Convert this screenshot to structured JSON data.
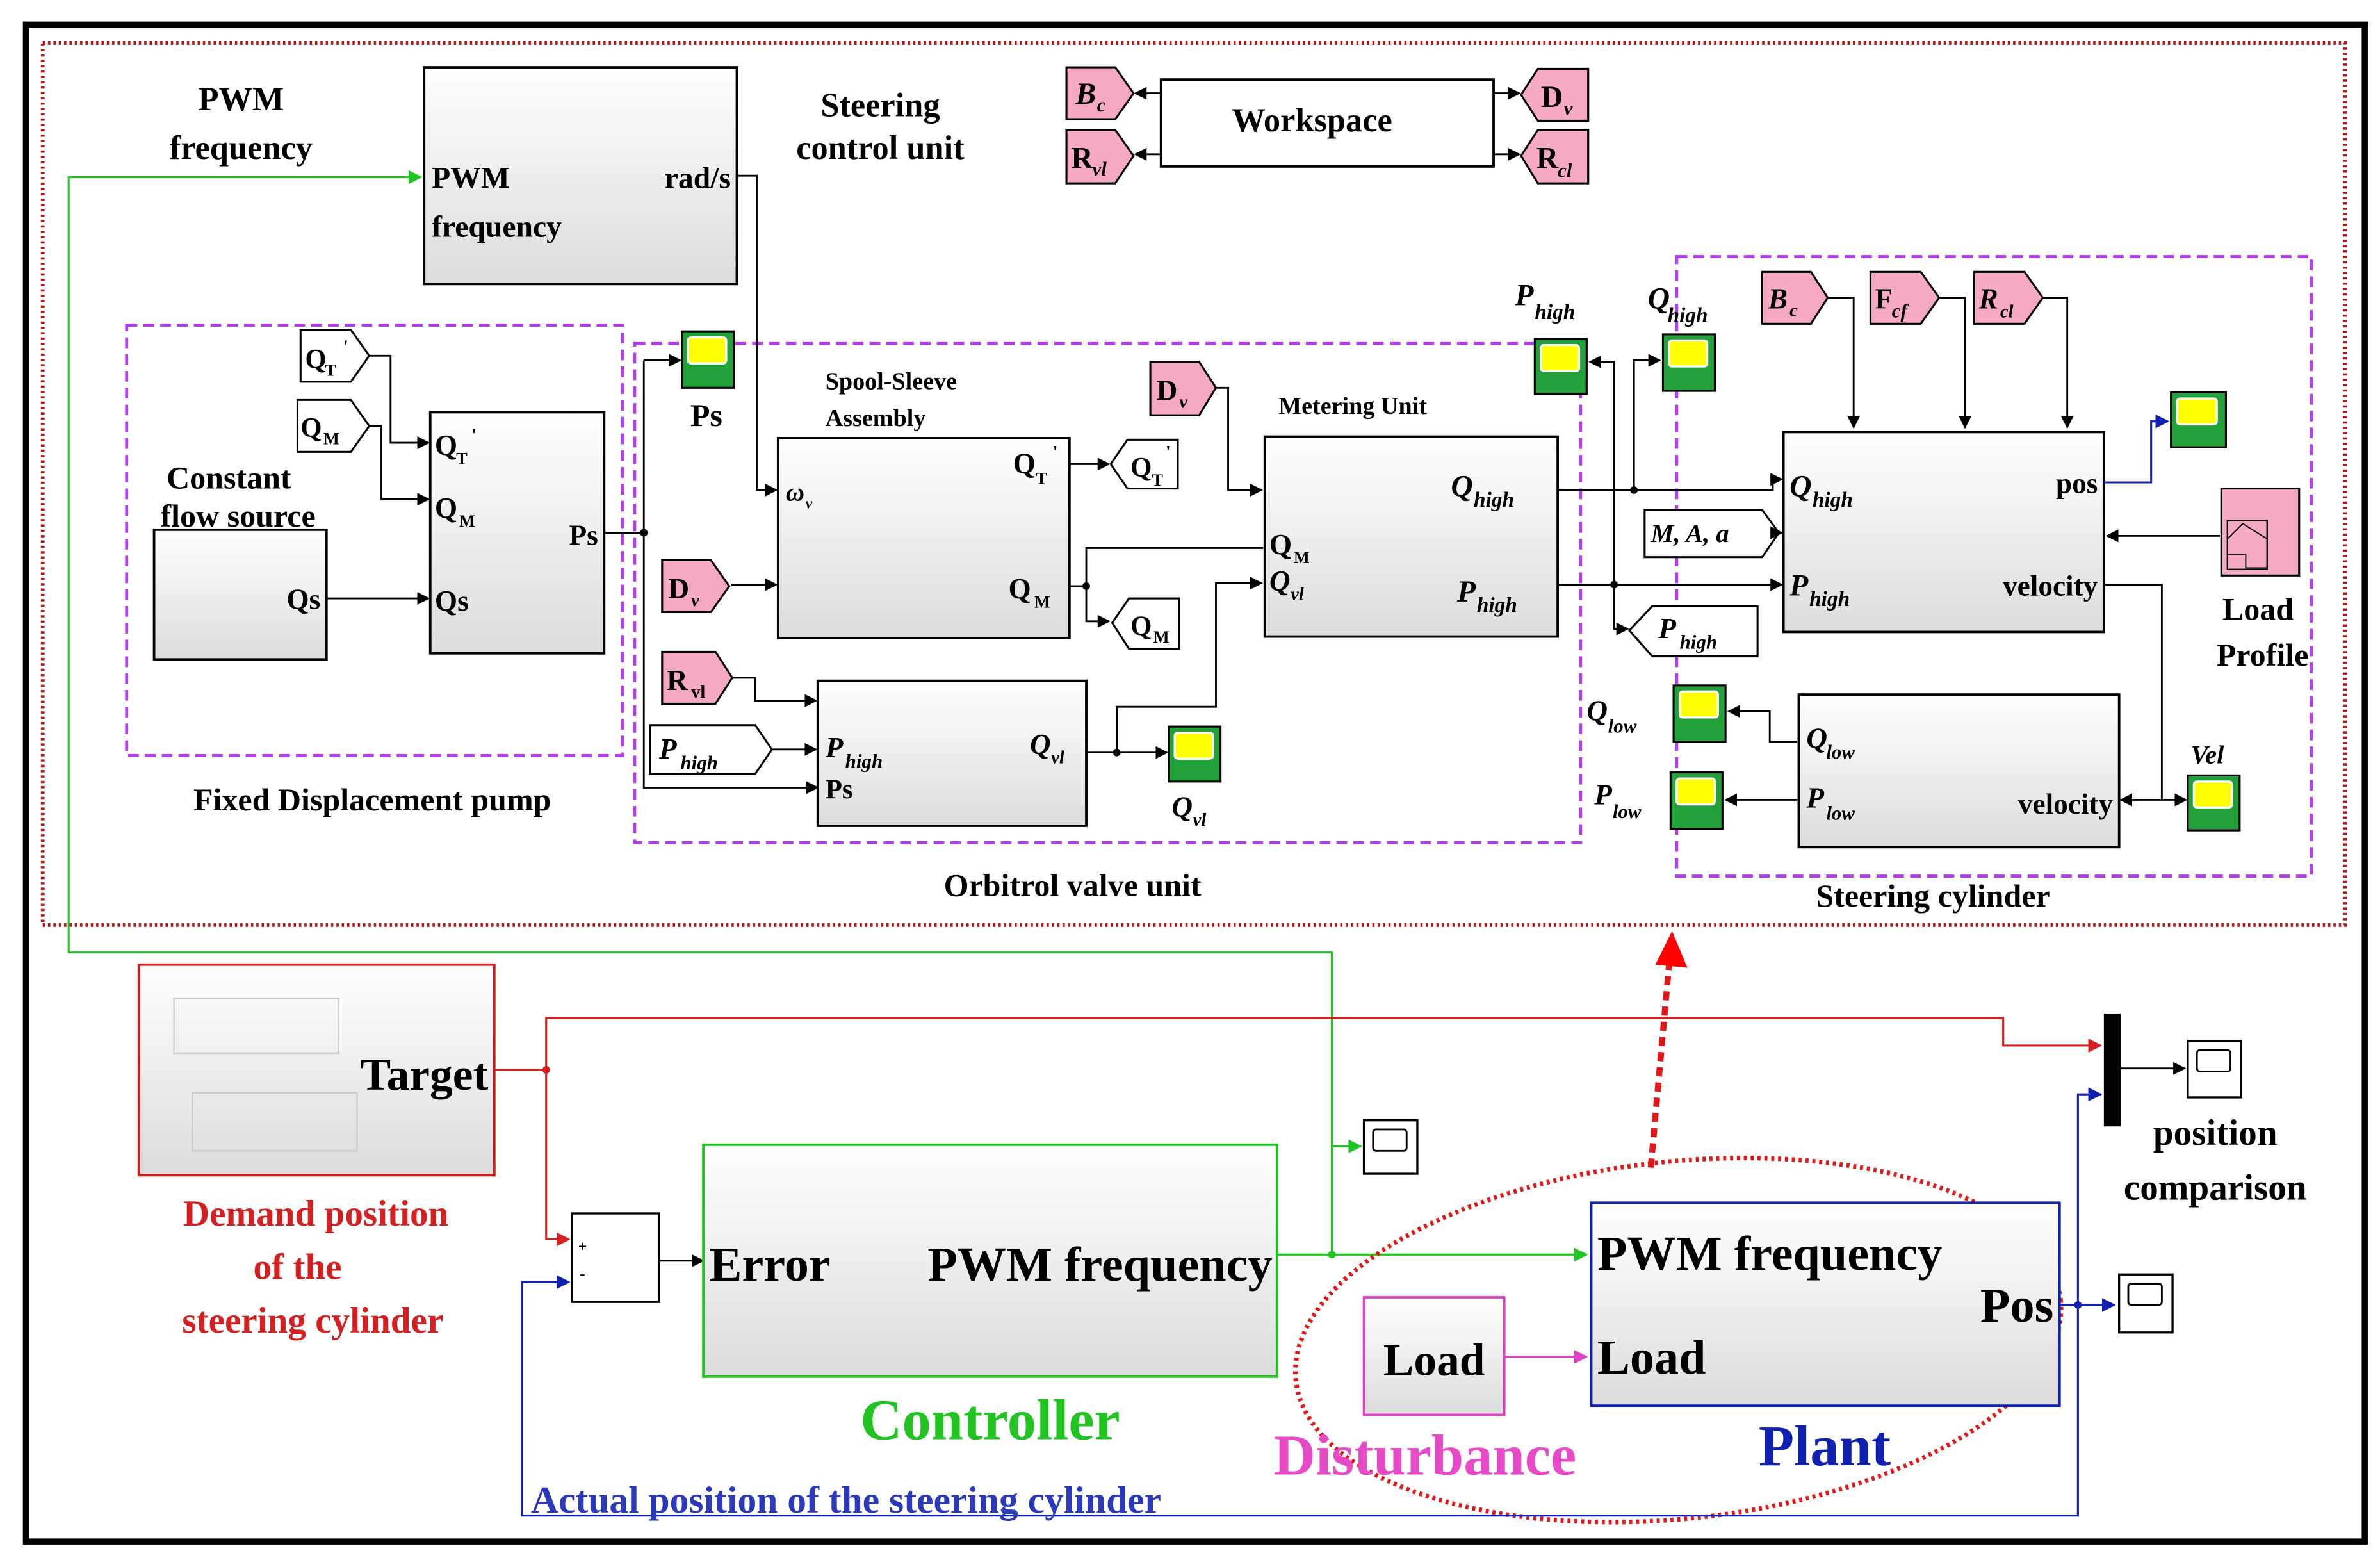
{
  "top": {
    "pwm_label_1": "PWM",
    "pwm_label_2": "frequency",
    "pwm_block_in_1": "PWM",
    "pwm_block_in_2": "frequency",
    "pwm_block_out": "rad/s",
    "steering_label_1": "Steering",
    "steering_label_2": "control unit",
    "workspace": "Workspace",
    "ws_tags": {
      "bc": "B",
      "bc_sub": "c",
      "rvl": "R",
      "rvl_sub": "vl",
      "dv": "D",
      "dv_sub": "v",
      "rcl": "R",
      "rcl_sub": "cl"
    }
  },
  "pump": {
    "group_label": "Fixed Displacement pump",
    "source_label_1": "Constant",
    "source_label_2": "flow source",
    "source_out": "Qs",
    "tag_qt": "Q",
    "tag_qt_sub": "T",
    "tag_qt_prime": "'",
    "tag_qm": "Q",
    "tag_qm_sub": "M",
    "in_qt": "Q",
    "in_qt_sub": "T",
    "in_qt_prime": "'",
    "in_qm": "Q",
    "in_qm_sub": "M",
    "in_qs": "Qs",
    "out_ps": "Ps"
  },
  "orbitrol": {
    "group_label": "Orbitrol valve unit",
    "ps_scope_label": "Ps",
    "spool_title_1": "Spool-Sleeve",
    "spool_title_2": "Assembly",
    "spool_in": "ω",
    "spool_in_sub": "v",
    "spool_out_qt": "Q",
    "spool_out_qt_sub": "T",
    "spool_out_qt_prime": "'",
    "spool_out_qm": "Q",
    "spool_out_qm_sub": "M",
    "goto_qt": "Q",
    "goto_qt_sub": "T",
    "goto_qt_prime": "'",
    "goto_qm": "Q",
    "goto_qm_sub": "M",
    "dv_tag": "D",
    "dv_tag_sub": "v",
    "dv_tag2": "D",
    "dv_tag2_sub": "v",
    "rvl_tag": "R",
    "rvl_tag_sub": "vl",
    "phigh_tag": "P",
    "phigh_tag_sub": "high",
    "leak_in_phigh": "P",
    "leak_in_phigh_sub": "high",
    "leak_in_ps": "Ps",
    "leak_out": "Q",
    "leak_out_sub": "vl",
    "qvl_scope": "Q",
    "qvl_scope_sub": "vl",
    "metering_title": "Metering Unit",
    "met_in_qm": "Q",
    "met_in_qm_sub": "M",
    "met_in_qvl": "Q",
    "met_in_qvl_sub": "vl",
    "met_out_qhigh": "Q",
    "met_out_qhigh_sub": "high",
    "met_out_phigh": "P",
    "met_out_phigh_sub": "high"
  },
  "cylinder": {
    "group_label": "Steering cylinder",
    "phigh_scope": "P",
    "phigh_scope_sub": "high",
    "qhigh_scope": "Q",
    "qhigh_scope_sub": "high",
    "bc": "B",
    "bc_sub": "c",
    "fcf": "F",
    "fcf_sub": "cf",
    "rcl": "R",
    "rcl_sub": "cl",
    "mAa": "M, A, a",
    "goto_phigh": "P",
    "goto_phigh_sub": "high",
    "in_qhigh": "Q",
    "in_qhigh_sub": "high",
    "in_phigh": "P",
    "in_phigh_sub": "high",
    "out_pos": "pos",
    "out_vel": "velocity",
    "load_label_1": "Load",
    "load_label_2": "Profile",
    "low_qlow": "Q",
    "low_qlow_sub": "low",
    "low_plow": "P",
    "low_plow_sub": "low",
    "low_vel": "velocity",
    "qlow_scope": "Q",
    "qlow_scope_sub": "low",
    "plow_scope": "P",
    "plow_scope_sub": "low",
    "vel_scope": "Vel"
  },
  "bottom": {
    "target": "Target",
    "demand_1": "Demand position",
    "demand_2": "of the",
    "demand_3": "steering cylinder",
    "sum_plus": "+",
    "sum_minus": "-",
    "ctrl_in": "Error",
    "ctrl_out": "PWM frequency",
    "controller": "Controller",
    "load_block": "Load",
    "disturbance": "Disturbance",
    "plant_in1": "PWM frequency",
    "plant_in2": "Load",
    "plant_out": "Pos",
    "plant": "Plant",
    "posc_1": "position",
    "posc_2": "comparison",
    "actual": "Actual position of the steering cylinder"
  },
  "colors": {
    "red": "#d42020",
    "green": "#22c422",
    "blue": "#1020b0",
    "magenta": "#e040c8",
    "group_purple": "#b43cf0",
    "frame_red": "#b01818",
    "tag_pink": "#f5a9c4",
    "scope_green": "#22a03a"
  }
}
